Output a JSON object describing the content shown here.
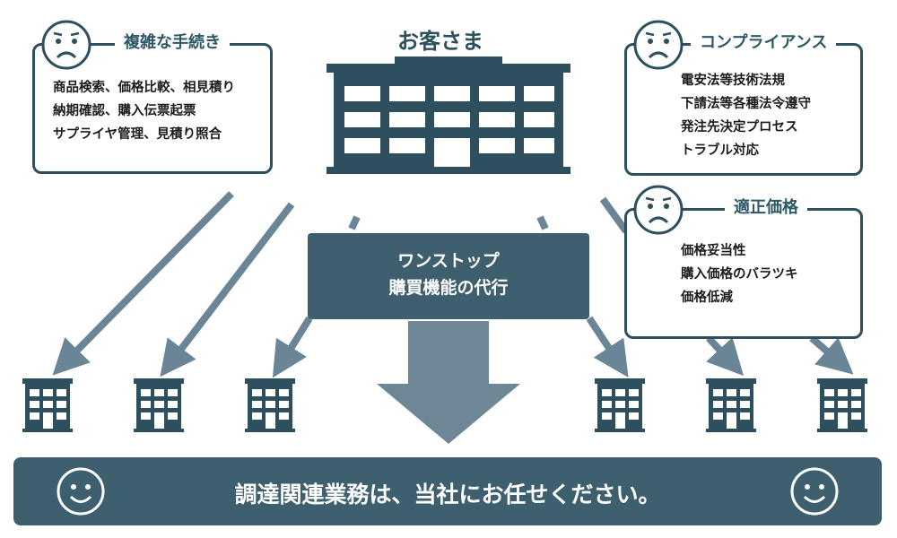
{
  "customer": {
    "title": "お客さま"
  },
  "complex_procedures": {
    "title": "複雑な手続き",
    "lines": [
      "商品検索、価格比較、相見積り",
      "納期確認、購入伝票起票",
      "サプライヤ管理、見積り照合"
    ]
  },
  "compliance": {
    "title": "コンプライアンス",
    "lines": [
      "電安法等技術法規",
      "下請法等各種法令遵守",
      "発注先決定プロセス",
      "トラブル対応"
    ]
  },
  "fair_price": {
    "title": "適正価格",
    "lines": [
      "価格妥当性",
      "購入価格のバラツキ",
      "価格低減"
    ]
  },
  "center": {
    "line1": "ワンストップ",
    "line2": "購買機能の代行"
  },
  "banner": {
    "text": "調達関連業務は、当社にお任せください。"
  },
  "colors": {
    "dark": "#2e4f5e",
    "medium": "#3e5f6e",
    "arrow": "#6a8596",
    "big_arrow": "#6e8797"
  },
  "icons": [
    "sad-face-icon",
    "smile-face-icon",
    "building-icon",
    "supplier-building-icon",
    "arrow-icon"
  ]
}
